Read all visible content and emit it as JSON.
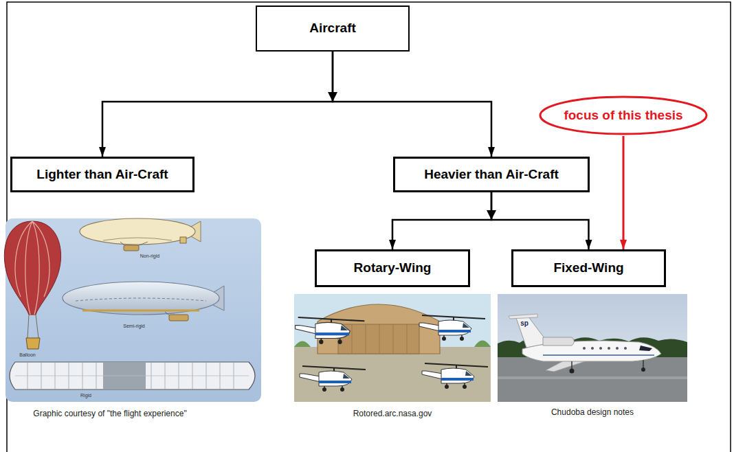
{
  "diagram": {
    "nodes": [
      {
        "text": [
          "Aircraft"
        ]
      },
      {
        "text": [
          "Lighter than Air-Craft"
        ]
      },
      {
        "text": [
          "Heavier than Air-Craft"
        ]
      },
      {
        "text": [
          "Rotary-Wing"
        ]
      },
      {
        "text": [
          "Fixed-Wing"
        ]
      },
      {
        "text": [
          "focus of this thesis"
        ]
      }
    ],
    "edges": [
      {
        "from": 0,
        "to": 1,
        "arrow": "to"
      },
      {
        "from": 0,
        "to": 2,
        "arrow": "to"
      },
      {
        "from": 2,
        "to": 3,
        "arrow": "to"
      },
      {
        "from": 2,
        "to": 4,
        "arrow": "to"
      },
      {
        "from": 5,
        "to": 4,
        "arrow": "to"
      }
    ],
    "labels": [
      "Balloon",
      "Non-rigid",
      "Semi-rigid",
      "Rigid",
      "sp",
      "Graphic courtesy of \"the flight experience\"",
      "Rotored.arc.nasa.gov",
      "Chudoba design notes"
    ]
  }
}
